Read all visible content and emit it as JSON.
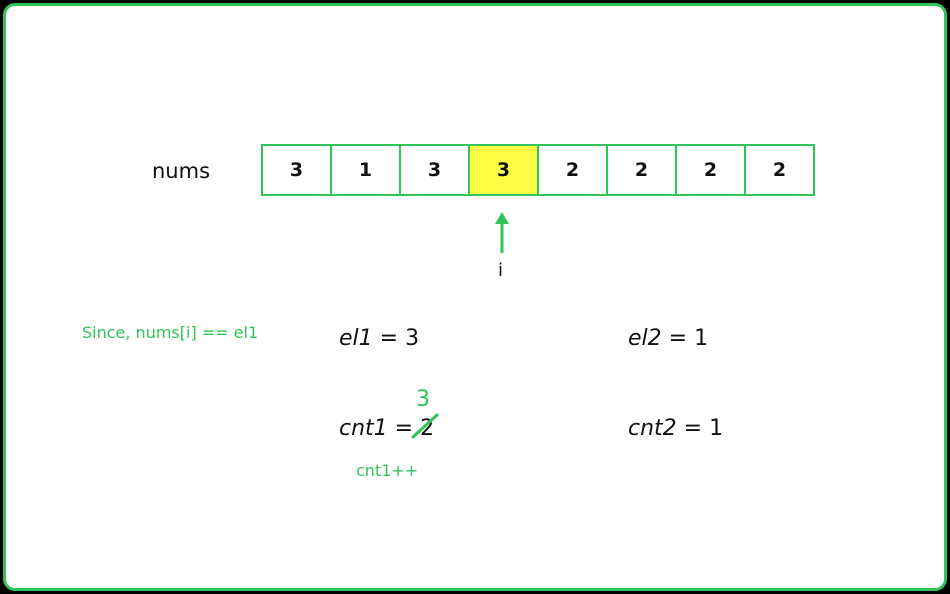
{
  "array_label": "nums",
  "nums": [
    "3",
    "1",
    "3",
    "3",
    "2",
    "2",
    "2",
    "2"
  ],
  "highlight_index": 3,
  "pointer_label": "i",
  "note": "Since, nums[i] == el1",
  "el1": {
    "name": "el1",
    "eq": " = ",
    "value": "3"
  },
  "el2": {
    "name": "el2",
    "eq": " = ",
    "value": "1"
  },
  "cnt1": {
    "name": "cnt1",
    "eq": " = ",
    "old_value": "2",
    "new_value": "3"
  },
  "cnt2": {
    "name": "cnt2",
    "eq": " = ",
    "value": "1"
  },
  "increment_note": "cnt1++",
  "colors": {
    "accent": "#2fc55a",
    "highlight": "#ffff44"
  }
}
